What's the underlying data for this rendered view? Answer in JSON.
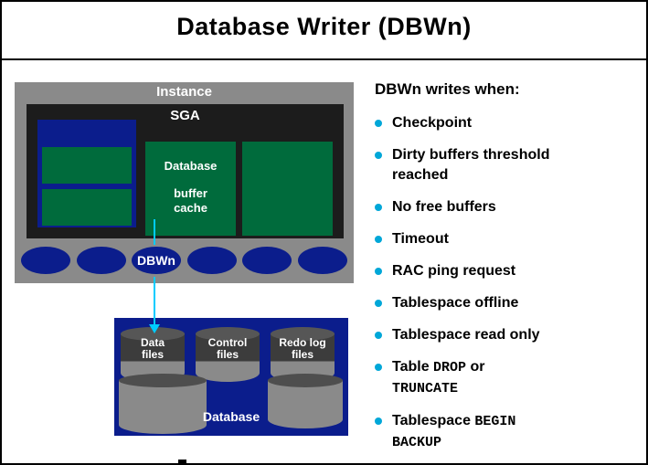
{
  "slide": {
    "title": "Database Writer (DBWn)"
  },
  "diagram": {
    "instance_label": "Instance",
    "sga_label": "SGA",
    "buffer_cache_line1": "Database",
    "buffer_cache_line2": "buffer",
    "buffer_cache_line3": "cache",
    "dbwn_label": "DBWn",
    "database_label": "Database",
    "cylinders": [
      {
        "line1": "Data",
        "line2": "files"
      },
      {
        "line1": "Control",
        "line2": "files"
      },
      {
        "line1": "Redo log",
        "line2": "files"
      }
    ]
  },
  "panel": {
    "heading": "DBWn writes when:",
    "bullets": [
      {
        "text": "Checkpoint"
      },
      {
        "line1": "Dirty buffers threshold",
        "line2": "reached"
      },
      {
        "text": "No free buffers"
      },
      {
        "text": "Timeout"
      },
      {
        "text": "RAC ping request"
      },
      {
        "text": "Tablespace offline"
      },
      {
        "text": "Tablespace read only"
      },
      {
        "pre": "Table ",
        "mono1": "DROP",
        "mid": " or ",
        "line2_mono": "TRUNCATE"
      },
      {
        "pre": "Tablespace ",
        "mono1": "BEGIN",
        "line2_mono": "BACKUP"
      }
    ]
  },
  "colors": {
    "navy": "#0b1d8c",
    "green": "#006b3c",
    "instance_gray": "#8a8a8a",
    "sga_bg": "#1c1c1c",
    "arrow_cyan": "#00ccff",
    "bullet_cyan": "#00a7d8",
    "cyl_gray": "#8a8a8a",
    "cyl_dark": "#3c3c3c"
  }
}
